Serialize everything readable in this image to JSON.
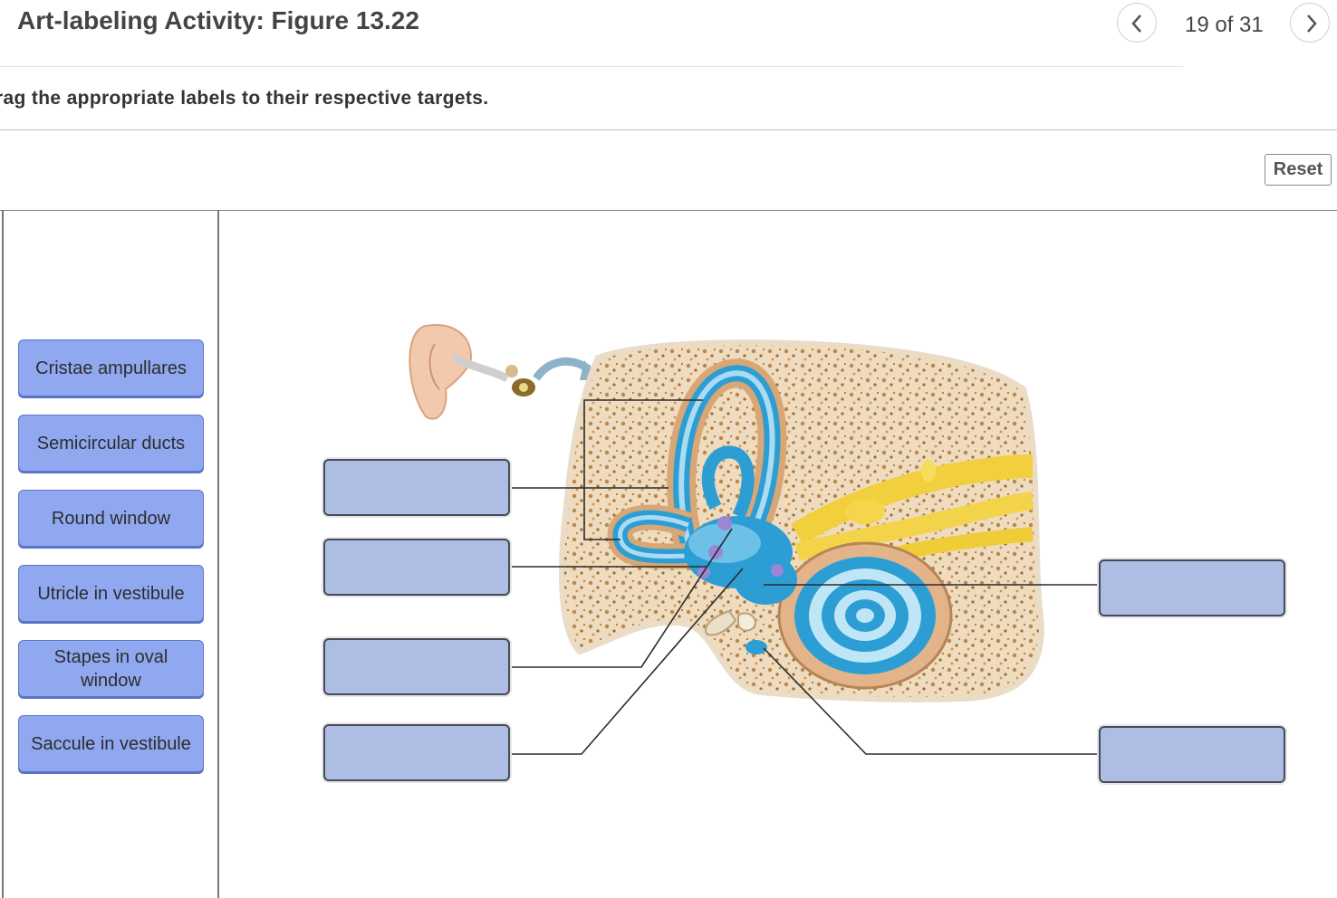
{
  "header": {
    "title": "Art-labeling Activity: Figure 13.22",
    "counter": "19 of 31",
    "prev_icon": "chevron-left-icon",
    "next_icon": "chevron-right-icon"
  },
  "instructions": "rag the appropriate labels to their respective targets.",
  "reset_label": "Reset",
  "label_bank": [
    "Cristae ampullares",
    "Semicircular ducts",
    "Round window",
    "Utricle in vestibule",
    "Stapes in oval window",
    "Saccule in vestibule"
  ],
  "colors": {
    "tile_fill": "#90a8ef",
    "target_fill": "#aebde3",
    "membranous_labyrinth": "#2e9fd3",
    "bone": "#e8cda5",
    "nerve": "#f2cf3c"
  }
}
